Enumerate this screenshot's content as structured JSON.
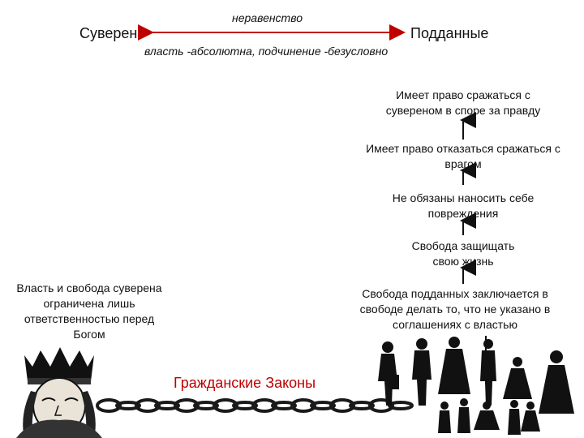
{
  "header": {
    "left_label": "Суверен",
    "right_label": "Подданные",
    "arrow_label": "неравенство",
    "subtitle": "власть -абсолютна, подчинение -безусловно"
  },
  "rights": [
    {
      "line1": "Имеет право сражаться с",
      "line2": "сувереном в споре за правду"
    },
    {
      "line1": "Имеет право отказаться сражаться с",
      "line2": "врагом"
    },
    {
      "line1": "Не обязаны наносить себе",
      "line2": "повреждения"
    },
    {
      "line1": "Свобода защищать",
      "line2": "свою жизнь"
    }
  ],
  "sovereign_note": [
    "Власть и свобода суверена",
    "ограничена лишь",
    "ответственностью перед",
    "Богом"
  ],
  "subjects_note": [
    "Свобода подданных заключается в",
    "свободе делать то, что не указано в",
    "соглашениях с властью"
  ],
  "chain_label": "Гражданские Законы",
  "colors": {
    "arrow": "#c00000",
    "chain_label": "#c00000",
    "text": "#111111"
  },
  "icons": [
    "king-figure",
    "chain",
    "subjects-crowd"
  ]
}
